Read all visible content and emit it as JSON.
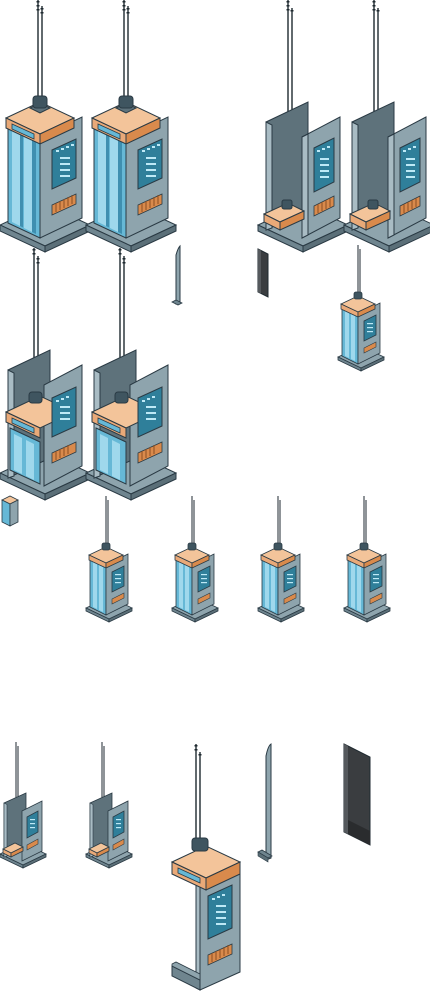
{
  "sheet": {
    "kind": "isometric elevator sprite sheet",
    "background": "#ffffff"
  },
  "palette": {
    "outline": "#2a3a44",
    "frame_light": "#a9bcc4",
    "frame_mid": "#8ea4ad",
    "frame_dark": "#6f858f",
    "interior": "#5e727b",
    "glass_light": "#9fd8ec",
    "glass_mid": "#66b8d6",
    "glass_dark": "#3f8fb0",
    "panel": "#2f7f9a",
    "panel_button": "#bde9f6",
    "grille": "#d98a4c",
    "cabin_top": "#f3c49a",
    "cabin_side": "#e9a978",
    "cable": "#1f2a30",
    "door_panel": "#3a3d40"
  },
  "sprites": [
    {
      "name": "elevator-closed-large-1",
      "variant": "closed",
      "size": "large"
    },
    {
      "name": "elevator-closed-large-2",
      "variant": "closed",
      "size": "large"
    },
    {
      "name": "elevator-open-large-1",
      "variant": "open",
      "size": "large"
    },
    {
      "name": "elevator-open-large-2",
      "variant": "open",
      "size": "large"
    },
    {
      "name": "side-post-small",
      "variant": "side-post",
      "size": "small"
    },
    {
      "name": "dark-door-panel-small",
      "variant": "door",
      "size": "small"
    },
    {
      "name": "elevator-mini-right",
      "variant": "mini",
      "size": "small"
    },
    {
      "name": "elevator-mid-large-1",
      "variant": "mid",
      "size": "large"
    },
    {
      "name": "elevator-mid-large-2",
      "variant": "mid",
      "size": "large"
    },
    {
      "name": "elevator-icon-tiny",
      "variant": "icon",
      "size": "tiny"
    },
    {
      "name": "elevator-anim-frame-1",
      "variant": "anim",
      "size": "small"
    },
    {
      "name": "elevator-anim-frame-2",
      "variant": "anim",
      "size": "small"
    },
    {
      "name": "elevator-anim-frame-3",
      "variant": "anim",
      "size": "small"
    },
    {
      "name": "elevator-anim-frame-4",
      "variant": "anim",
      "size": "small"
    },
    {
      "name": "elevator-open-small-1",
      "variant": "open",
      "size": "small"
    },
    {
      "name": "elevator-open-small-2",
      "variant": "open",
      "size": "small"
    },
    {
      "name": "elevator-cutaway-large",
      "variant": "cutaway",
      "size": "large"
    },
    {
      "name": "side-post-tall",
      "variant": "side-post",
      "size": "medium"
    },
    {
      "name": "dark-door-panel-large",
      "variant": "door",
      "size": "large"
    }
  ]
}
